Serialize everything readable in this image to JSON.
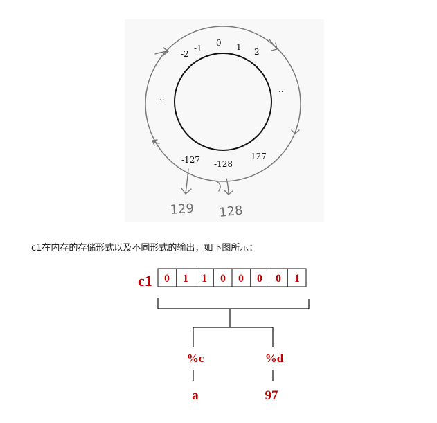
{
  "ring": {
    "ticks": {
      "neg2": "-2",
      "neg1": "-1",
      "zero": "0",
      "one": "1",
      "two": "2",
      "dots_left": "..",
      "dots_right": "..",
      "neg127": "-127",
      "neg128": "-128",
      "pos127": "127"
    },
    "hand": {
      "left": "129",
      "right": "128"
    }
  },
  "caption": "c1在内存的存储形式以及不同形式的输出，如下图所示：",
  "memory": {
    "label": "c1",
    "bits": [
      "0",
      "1",
      "1",
      "0",
      "0",
      "0",
      "0",
      "1"
    ],
    "outputs": [
      {
        "format": "%c",
        "value": "a"
      },
      {
        "format": "%d",
        "value": "97"
      }
    ]
  },
  "colors": {
    "accent": "#c00000",
    "ink": "#111111",
    "arrow": "#777777",
    "panel": "#f8f8f8"
  }
}
